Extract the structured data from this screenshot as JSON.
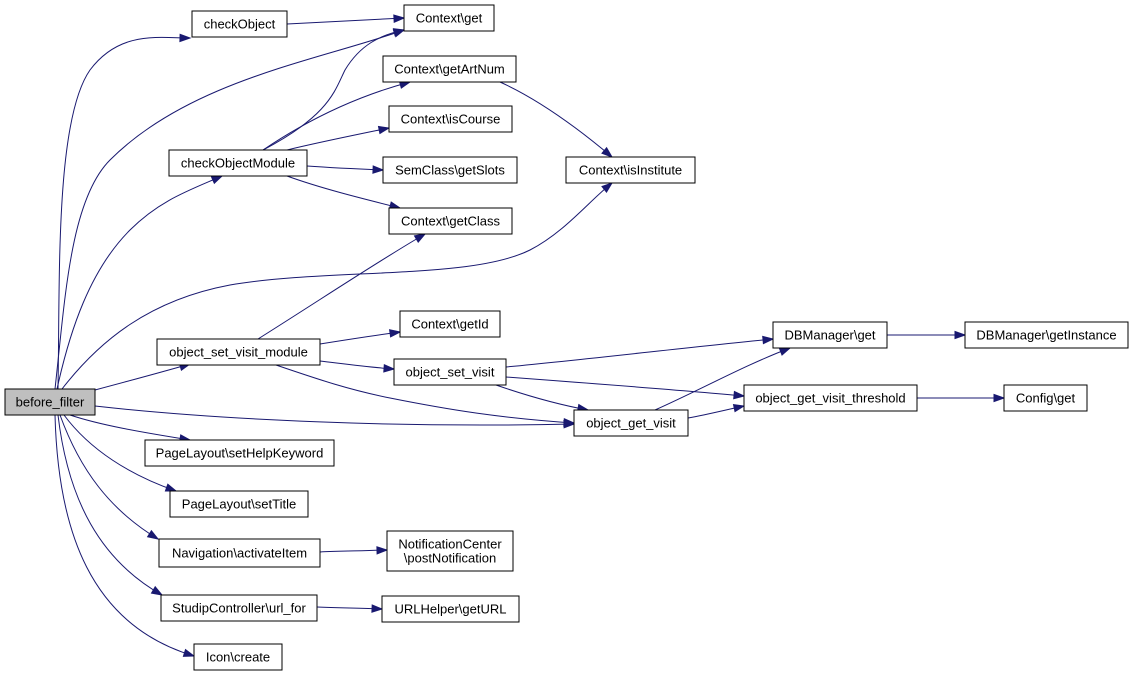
{
  "nodes": [
    {
      "id": "before_filter",
      "lines": [
        "before_filter"
      ]
    },
    {
      "id": "checkObject",
      "lines": [
        "checkObject"
      ]
    },
    {
      "id": "context_get",
      "lines": [
        "Context\\get"
      ]
    },
    {
      "id": "context_getArtNum",
      "lines": [
        "Context\\getArtNum"
      ]
    },
    {
      "id": "context_isCourse",
      "lines": [
        "Context\\isCourse"
      ]
    },
    {
      "id": "checkObjectModule",
      "lines": [
        "checkObjectModule"
      ]
    },
    {
      "id": "semclass_getSlots",
      "lines": [
        "SemClass\\getSlots"
      ]
    },
    {
      "id": "context_isInstitute",
      "lines": [
        "Context\\isInstitute"
      ]
    },
    {
      "id": "context_getClass",
      "lines": [
        "Context\\getClass"
      ]
    },
    {
      "id": "context_getId",
      "lines": [
        "Context\\getId"
      ]
    },
    {
      "id": "object_set_visit_module",
      "lines": [
        "object_set_visit_module"
      ]
    },
    {
      "id": "dbmanager_get",
      "lines": [
        "DBManager\\get"
      ]
    },
    {
      "id": "dbmanager_getInstance",
      "lines": [
        "DBManager\\getInstance"
      ]
    },
    {
      "id": "object_set_visit",
      "lines": [
        "object_set_visit"
      ]
    },
    {
      "id": "object_get_visit_threshold",
      "lines": [
        "object_get_visit_threshold"
      ]
    },
    {
      "id": "config_get",
      "lines": [
        "Config\\get"
      ]
    },
    {
      "id": "object_get_visit",
      "lines": [
        "object_get_visit"
      ]
    },
    {
      "id": "pagelayout_setHelpKeyword",
      "lines": [
        "PageLayout\\setHelpKeyword"
      ]
    },
    {
      "id": "pagelayout_setTitle",
      "lines": [
        "PageLayout\\setTitle"
      ]
    },
    {
      "id": "navigation_activateItem",
      "lines": [
        "Navigation\\activateItem"
      ]
    },
    {
      "id": "notificationcenter_postNotification",
      "lines": [
        "NotificationCenter",
        "\\postNotification"
      ]
    },
    {
      "id": "studipcontroller_url_for",
      "lines": [
        "StudipController\\url_for"
      ]
    },
    {
      "id": "urlhelper_getURL",
      "lines": [
        "URLHelper\\getURL"
      ]
    },
    {
      "id": "icon_create",
      "lines": [
        "Icon\\create"
      ]
    }
  ],
  "edges": [
    {
      "from": "before_filter",
      "to": "checkObject"
    },
    {
      "from": "before_filter",
      "to": "context_get"
    },
    {
      "from": "before_filter",
      "to": "checkObjectModule"
    },
    {
      "from": "before_filter",
      "to": "context_isInstitute"
    },
    {
      "from": "before_filter",
      "to": "object_set_visit_module"
    },
    {
      "from": "before_filter",
      "to": "object_get_visit"
    },
    {
      "from": "before_filter",
      "to": "pagelayout_setHelpKeyword"
    },
    {
      "from": "before_filter",
      "to": "pagelayout_setTitle"
    },
    {
      "from": "before_filter",
      "to": "navigation_activateItem"
    },
    {
      "from": "before_filter",
      "to": "studipcontroller_url_for"
    },
    {
      "from": "before_filter",
      "to": "icon_create"
    },
    {
      "from": "checkObject",
      "to": "context_get"
    },
    {
      "from": "checkObjectModule",
      "to": "context_get"
    },
    {
      "from": "checkObjectModule",
      "to": "context_getArtNum"
    },
    {
      "from": "checkObjectModule",
      "to": "context_isCourse"
    },
    {
      "from": "checkObjectModule",
      "to": "semclass_getSlots"
    },
    {
      "from": "checkObjectModule",
      "to": "context_getClass"
    },
    {
      "from": "context_getArtNum",
      "to": "context_isInstitute"
    },
    {
      "from": "object_set_visit_module",
      "to": "context_getClass"
    },
    {
      "from": "object_set_visit_module",
      "to": "context_getId"
    },
    {
      "from": "object_set_visit_module",
      "to": "object_set_visit"
    },
    {
      "from": "object_set_visit_module",
      "to": "object_get_visit"
    },
    {
      "from": "object_set_visit",
      "to": "dbmanager_get"
    },
    {
      "from": "object_set_visit",
      "to": "object_get_visit_threshold"
    },
    {
      "from": "object_set_visit",
      "to": "object_get_visit"
    },
    {
      "from": "object_get_visit",
      "to": "dbmanager_get"
    },
    {
      "from": "object_get_visit",
      "to": "object_get_visit_threshold"
    },
    {
      "from": "dbmanager_get",
      "to": "dbmanager_getInstance"
    },
    {
      "from": "object_get_visit_threshold",
      "to": "config_get"
    },
    {
      "from": "navigation_activateItem",
      "to": "notificationcenter_postNotification"
    },
    {
      "from": "studipcontroller_url_for",
      "to": "urlhelper_getURL"
    }
  ]
}
